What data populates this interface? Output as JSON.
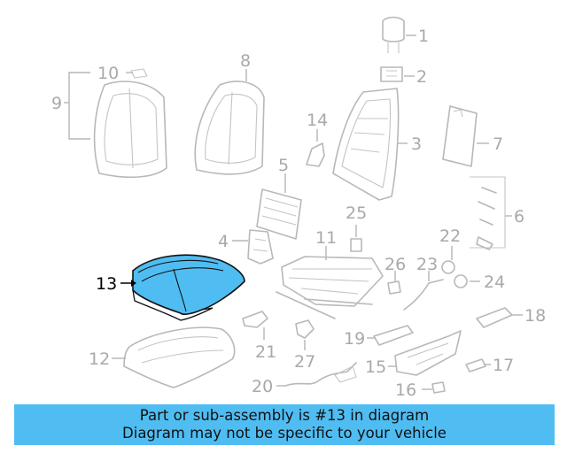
{
  "diagram": {
    "highlight_color": "#4fbdf2",
    "highlighted_part": "13",
    "callouts": {
      "c1": "1",
      "c2": "2",
      "c3": "3",
      "c4": "4",
      "c5": "5",
      "c6": "6",
      "c7": "7",
      "c8": "8",
      "c9": "9",
      "c10": "10",
      "c11": "11",
      "c12": "12",
      "c13": "13",
      "c14": "14",
      "c15": "15",
      "c16": "16",
      "c17": "17",
      "c18": "18",
      "c19": "19",
      "c20": "20",
      "c21": "21",
      "c22": "22",
      "c23": "23",
      "c24": "24",
      "c25": "25",
      "c26": "26",
      "c27": "27"
    }
  },
  "banner": {
    "line1": "Part or sub-assembly is #13 in diagram",
    "line2": "Diagram may not be specific to your vehicle",
    "background": "#4fbdf2"
  }
}
